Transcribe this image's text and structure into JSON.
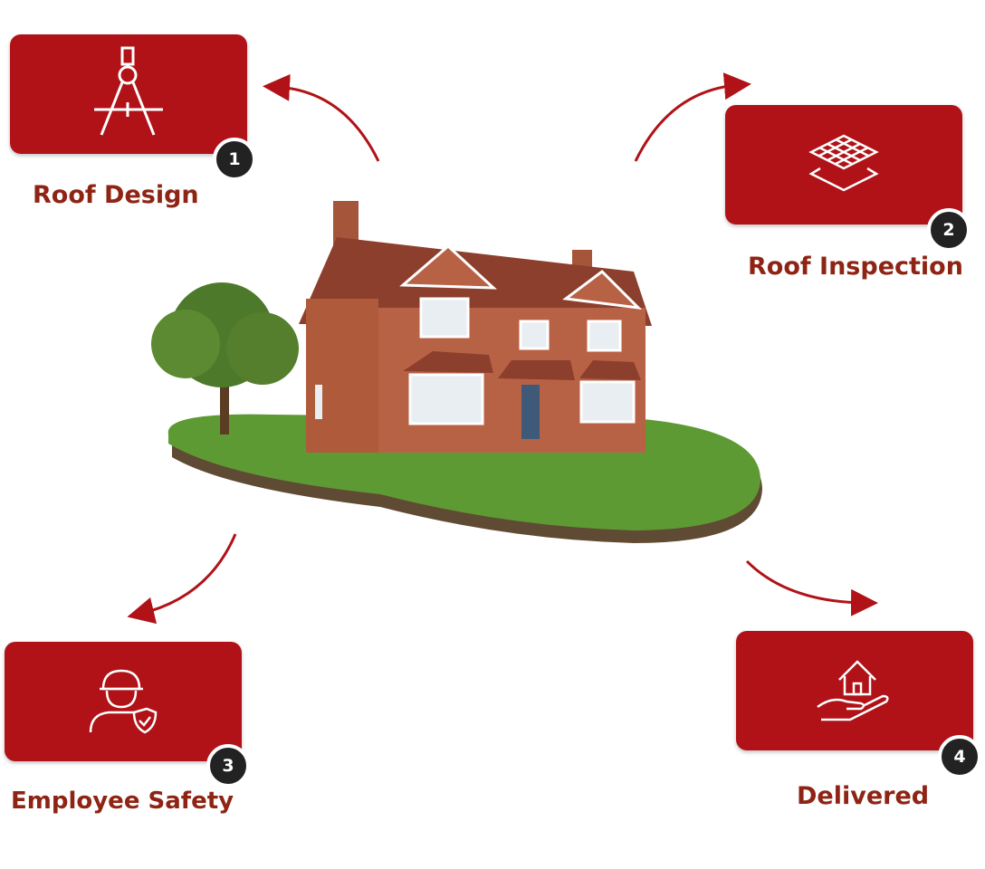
{
  "steps": [
    {
      "number": "1",
      "label": "Roof Design",
      "icon": "compass-drafting-icon"
    },
    {
      "number": "2",
      "label": "Roof Inspection",
      "icon": "roof-layers-icon"
    },
    {
      "number": "3",
      "label": "Employee Safety",
      "icon": "worker-shield-icon"
    },
    {
      "number": "4",
      "label": "Delivered",
      "icon": "house-in-hand-icon"
    }
  ],
  "colors": {
    "card": "#b01217",
    "label": "#8e2414",
    "badge": "#222222",
    "arrow": "#b01217"
  }
}
